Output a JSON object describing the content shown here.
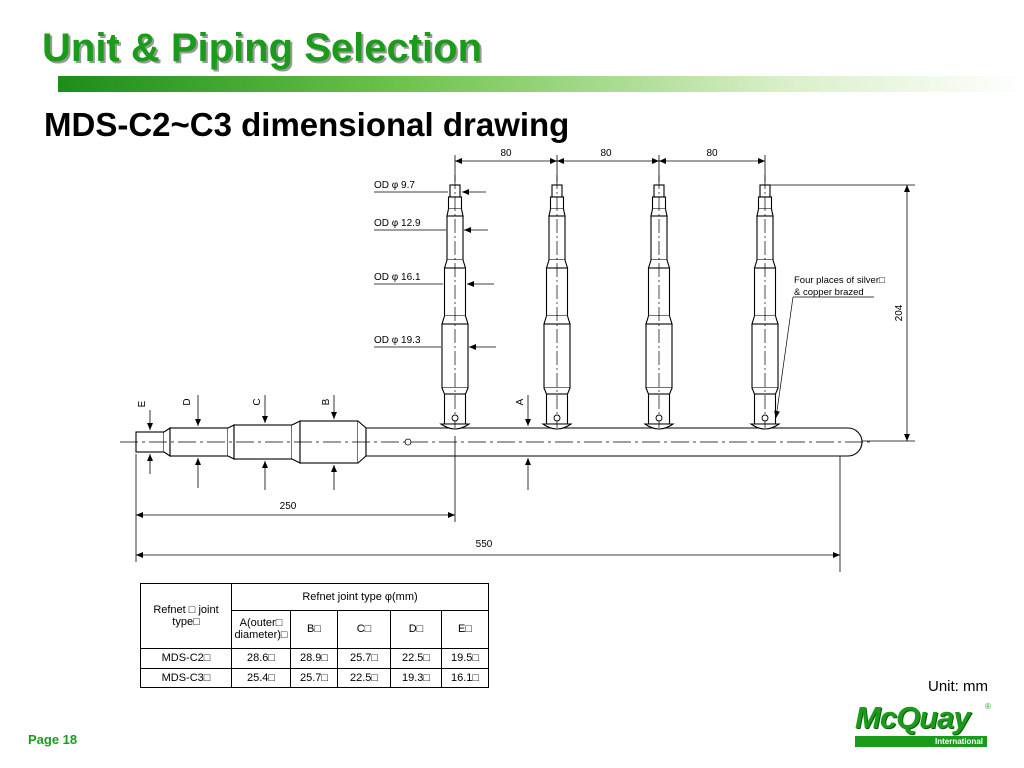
{
  "slide": {
    "title": "Unit & Piping Selection",
    "subtitle": "MDS-C2~C3 dimensional drawing",
    "unit_note": "Unit: mm",
    "page_label": "Page 18",
    "logo": {
      "wordmark": "McQuay",
      "tagline": "International",
      "registered": "®"
    }
  },
  "drawing": {
    "spacing": [
      "80",
      "80",
      "80"
    ],
    "height_dim": "204",
    "length_short": "250",
    "length_total": "550",
    "od_callouts": [
      "OD φ 9.7",
      "OD φ 12.9",
      "OD φ 16.1",
      "OD φ 19.3"
    ],
    "section_letters": [
      "E",
      "D",
      "C",
      "B",
      "A"
    ],
    "brazing_note": [
      "Four places of silver□",
      "& copper brazed"
    ]
  },
  "spec_table": {
    "header_type": "Refnet □ joint type□",
    "header_group": "Refnet joint type φ(mm)",
    "columns": [
      "A(outer□ diameter)□",
      "B□",
      "C□",
      "D□",
      "E□"
    ],
    "rows": [
      {
        "type": "MDS-C2□",
        "values": [
          "28.6□",
          "28.9□",
          "25.7□",
          "22.5□",
          "19.5□"
        ]
      },
      {
        "type": "MDS-C3□",
        "values": [
          "25.4□",
          "25.7□",
          "22.5□",
          "19.3□",
          "16.1□"
        ]
      }
    ]
  }
}
